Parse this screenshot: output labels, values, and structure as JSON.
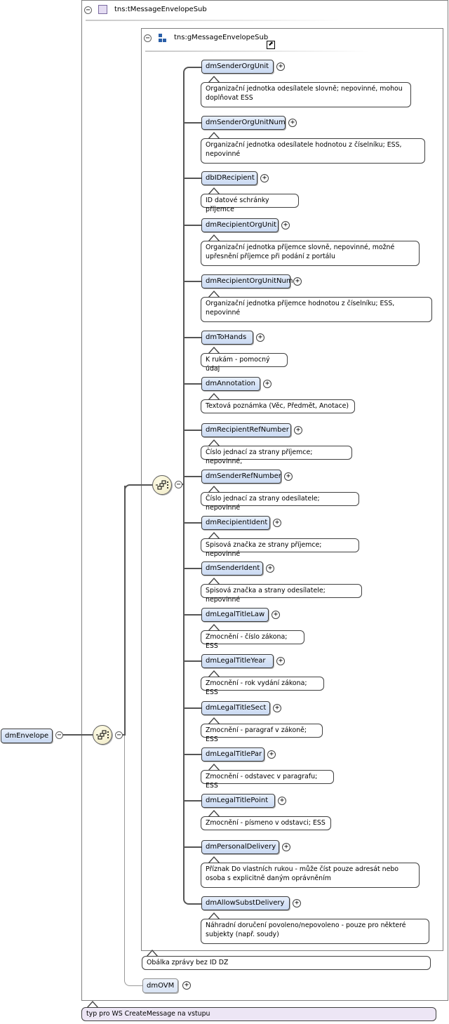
{
  "root_element": "dmEnvelope",
  "complex_type": {
    "name": "tns:tMessageEnvelopeSub",
    "documentation": "typ pro WS CreateMessage na vstupu"
  },
  "group": {
    "name": "tns:gMessageEnvelopeSub",
    "documentation": "Obálka zprávy bez ID DZ",
    "elements": [
      {
        "name": "dmSenderOrgUnit",
        "doc": "Organizační jednotka odesílatele slovně; nepovinné, mohou doplňovat ESS"
      },
      {
        "name": "dmSenderOrgUnitNum",
        "doc": "Organizační jednotka odesílatele hodnotou z číselníku; ESS, nepovinné"
      },
      {
        "name": "dbIDRecipient",
        "doc": "ID datové schránky příjemce"
      },
      {
        "name": "dmRecipientOrgUnit",
        "doc": "Organizační jednotka příjemce slovně, nepovinné, možné upřesnění příjemce při podání z portálu"
      },
      {
        "name": "dmRecipientOrgUnitNum",
        "doc": "Organizační jednotka příjemce hodnotou z číselníku; ESS, nepovinné"
      },
      {
        "name": "dmToHands",
        "doc": "K rukám - pomocný údaj"
      },
      {
        "name": "dmAnnotation",
        "doc": "Textová poznámka (Věc, Předmět, Anotace)"
      },
      {
        "name": "dmRecipientRefNumber",
        "doc": "Číslo jednací za strany příjemce; nepovinné,"
      },
      {
        "name": "dmSenderRefNumber",
        "doc": "Číslo jednací za strany odesílatele; nepovinné"
      },
      {
        "name": "dmRecipientIdent",
        "doc": "Spisová značka ze strany příjemce; nepovinné"
      },
      {
        "name": "dmSenderIdent",
        "doc": "Spisová značka a strany odesílatele; nepovinné"
      },
      {
        "name": "dmLegalTitleLaw",
        "doc": "Zmocnění - číslo zákona; ESS"
      },
      {
        "name": "dmLegalTitleYear",
        "doc": "Zmocnění - rok vydání zákona; ESS"
      },
      {
        "name": "dmLegalTitleSect",
        "doc": "Zmocnění - paragraf v zákoně; ESS"
      },
      {
        "name": "dmLegalTitlePar",
        "doc": "Zmocnění - odstavec v paragrafu; ESS"
      },
      {
        "name": "dmLegalTitlePoint",
        "doc": "Zmocnění - písmeno v odstavci; ESS"
      },
      {
        "name": "dmPersonalDelivery",
        "doc": "Příznak Do vlastních rukou - může číst pouze adresát nebo osoba s explicitně daným oprávněním"
      },
      {
        "name": "dmAllowSubstDelivery",
        "doc": "Náhradní doručení povoleno/nepovoleno - pouze pro některé subjekty (např. soudy)"
      }
    ]
  },
  "extra_element": "dmOVM",
  "icons": {
    "collapse": "minus-circle-icon",
    "expand": "plus-circle-icon",
    "sequence": "sequence-compositor-icon",
    "type": "complex-type-icon",
    "group": "model-group-icon",
    "reference": "reference-arrow-icon"
  },
  "colors": {
    "element_fill": "#d5e2f6",
    "type_doc_fill": "#ede6f5",
    "compositor_fill": "#f6f1d6",
    "line": "#555555"
  }
}
